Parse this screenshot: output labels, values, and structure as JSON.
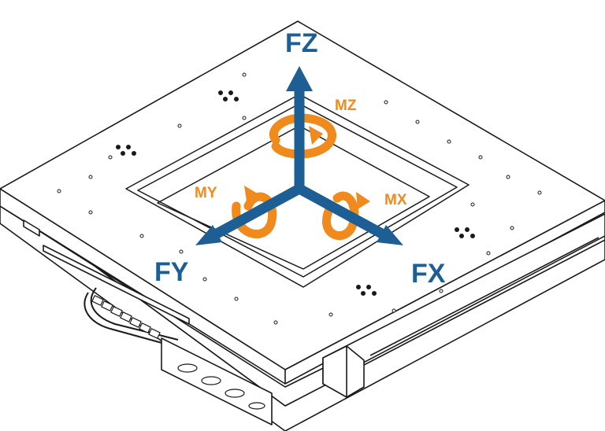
{
  "labels": {
    "fz": "FZ",
    "fy": "FY",
    "fx": "FX",
    "mz": "MZ",
    "my": "MY",
    "mx": "MX"
  },
  "colors": {
    "force": "#1d5f95",
    "moment": "#f08a1c",
    "moment_shade": "#c7640d",
    "line": "#1a1a1a",
    "surface": "#ffffff"
  }
}
